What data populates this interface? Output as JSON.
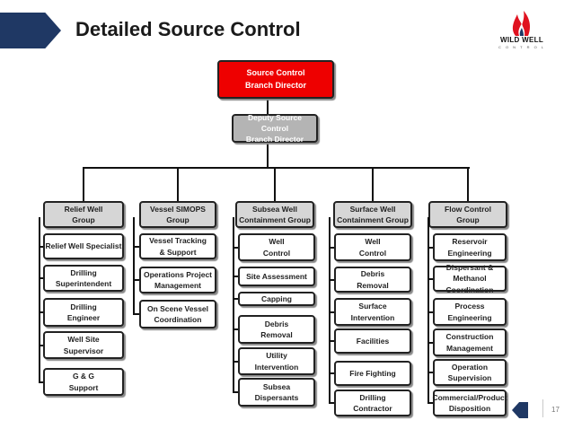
{
  "slide": {
    "title": "Detailed Source Control",
    "page_number": "17"
  },
  "logo": {
    "word": "WILD WELL",
    "sub": "C O N T R O L",
    "colors": {
      "flame_outer": "#e0121f",
      "flame_inner": "#1f3864"
    }
  },
  "colors": {
    "director": "#ee0000",
    "deputy": "#b4b4b4",
    "group_header": "#d6d6d6",
    "line": "#111111",
    "banner": "#1f3864"
  },
  "chart": {
    "director": "Source Control\nBranch Director",
    "deputy": "Deputy Source Control\nBranch Director",
    "groups": [
      {
        "name": "Relief Well\nGroup",
        "items": [
          "Relief Well Specialist",
          "Drilling\nSuperintendent",
          "Drilling\nEngineer",
          "Well Site\nSupervisor",
          "G & G\nSupport"
        ]
      },
      {
        "name": "Vessel SIMOPS\nGroup",
        "items": [
          "Vessel Tracking\n& Support",
          "Operations Project\nManagement",
          "On Scene Vessel\nCoordination"
        ]
      },
      {
        "name": "Subsea Well\nContainment Group",
        "items": [
          "Well\nControl",
          "Site Assessment",
          "Capping",
          "Debris\nRemoval",
          "Utility\nIntervention",
          "Subsea\nDispersants"
        ]
      },
      {
        "name": "Surface Well\nContainment Group",
        "items": [
          "Well\nControl",
          "Debris\nRemoval",
          "Surface\nIntervention",
          "Facilities",
          "Fire Fighting",
          "Drilling\nContractor"
        ]
      },
      {
        "name": "Flow Control\nGroup",
        "items": [
          "Reservoir\nEngineering",
          "Dispersant & Methanol\nCoordination",
          "Process\nEngineering",
          "Construction\nManagement",
          "Operation\nSupervision",
          "Commercial/Product\nDisposition"
        ]
      }
    ]
  }
}
